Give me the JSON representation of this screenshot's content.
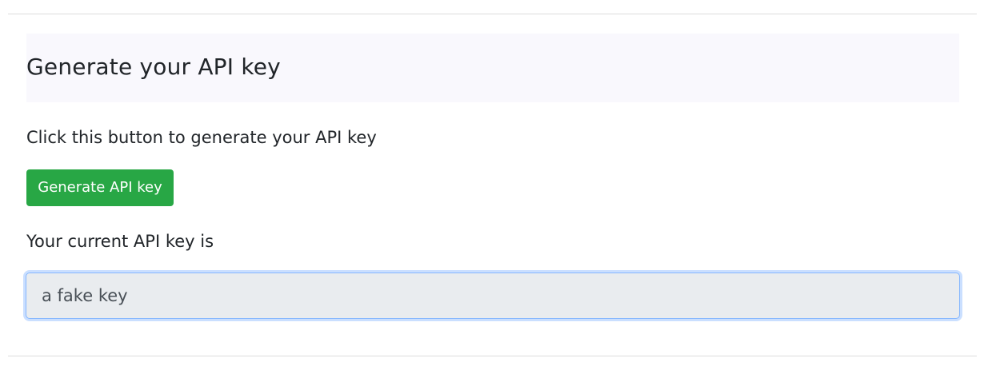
{
  "section": {
    "title": "Generate your API key",
    "instruction": "Click this button to generate your API key",
    "generate_button_label": "Generate API key",
    "current_key_label": "Your current API key is",
    "current_key_value": "a fake key"
  },
  "colors": {
    "button_green": "#28a745",
    "header_band": "#f9f8fd",
    "field_bg": "#e9ecef",
    "focus_border": "#86b7fe"
  }
}
